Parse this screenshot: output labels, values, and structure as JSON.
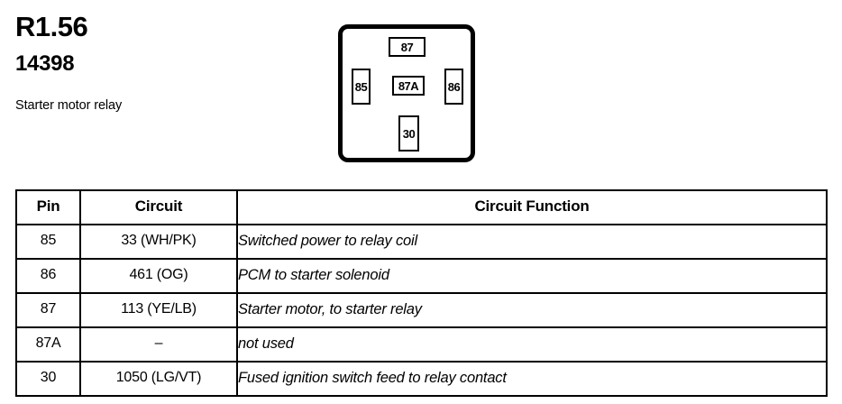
{
  "header": {
    "relay_id": "R1.56",
    "part_number": "14398",
    "description": "Starter motor relay"
  },
  "diagram": {
    "name": "relay-terminal-pinout",
    "terminals": [
      {
        "label": "87",
        "position": "top"
      },
      {
        "label": "85",
        "position": "left"
      },
      {
        "label": "87A",
        "position": "center"
      },
      {
        "label": "86",
        "position": "right"
      },
      {
        "label": "30",
        "position": "bottom"
      }
    ]
  },
  "table": {
    "columns": [
      "Pin",
      "Circuit",
      "Circuit Function"
    ],
    "rows": [
      {
        "pin": "85",
        "circuit": "33 (WH/PK)",
        "function": "Switched power to relay coil"
      },
      {
        "pin": "86",
        "circuit": "461 (OG)",
        "function": "PCM to starter solenoid"
      },
      {
        "pin": "87",
        "circuit": "113 (YE/LB)",
        "function": "Starter motor, to starter relay"
      },
      {
        "pin": "87A",
        "circuit": "–",
        "function": "not used"
      },
      {
        "pin": "30",
        "circuit": "1050 (LG/VT)",
        "function": "Fused ignition switch feed to relay contact"
      }
    ]
  },
  "colors": {
    "ink": "#000000",
    "paper": "#ffffff"
  }
}
